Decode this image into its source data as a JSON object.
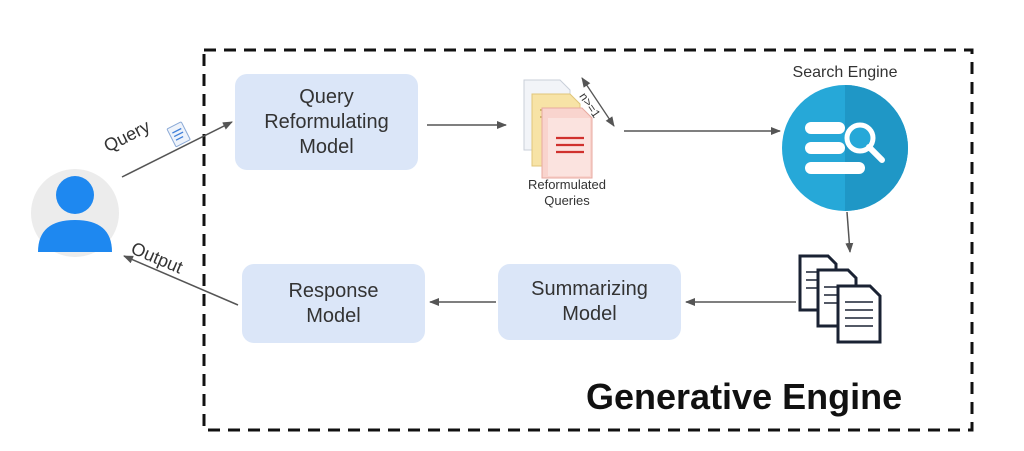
{
  "engine": {
    "title": "Generative Engine"
  },
  "user": {
    "query_label": "Query",
    "output_label": "Output"
  },
  "boxes": {
    "query_reformulating": {
      "lines": [
        "Query",
        "Reformulating",
        "Model"
      ]
    },
    "summarizing": {
      "lines": [
        "Summarizing",
        "Model"
      ]
    },
    "response": {
      "lines": [
        "Response",
        "Model"
      ]
    }
  },
  "reformulated": {
    "lines": [
      "Reformulated",
      "Queries"
    ],
    "count_label": "n>=1"
  },
  "search": {
    "title": "Search Engine"
  },
  "colors": {
    "box_fill": "#dbe6f8",
    "user_icon": "#1e88f0",
    "search_icon": "#26a8d8",
    "arrow": "#555555",
    "border": "#111111"
  }
}
